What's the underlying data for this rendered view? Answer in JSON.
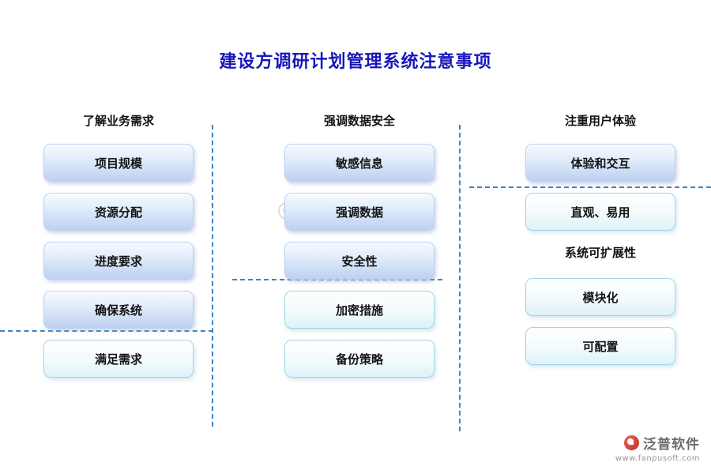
{
  "title": "建设方调研计划管理系统注意事项",
  "groups": [
    {
      "header": "了解业务需求",
      "items": [
        "项目规模",
        "资源分配",
        "进度要求",
        "确保系统",
        "满足需求"
      ]
    },
    {
      "header": "强调数据安全",
      "items": [
        "敏感信息",
        "强调数据",
        "安全性",
        "加密措施",
        "备份策略"
      ]
    },
    {
      "header": "注重用户体验",
      "items": [
        "体验和交互",
        "直观、易用"
      ]
    },
    {
      "header": "系统可扩展性",
      "items": [
        "模块化",
        "可配置"
      ]
    }
  ],
  "watermark": {
    "text": "泛普软件"
  },
  "branding": {
    "name": "泛普软件",
    "url": "www.fanpusoft.com"
  },
  "colors": {
    "title_blue": "#1717bb",
    "divider_blue": "#3e83c4",
    "node_blue_border": "#b9d2f0",
    "node_cyan_border": "#9fd6e6",
    "brand_red": "#c2271a"
  }
}
